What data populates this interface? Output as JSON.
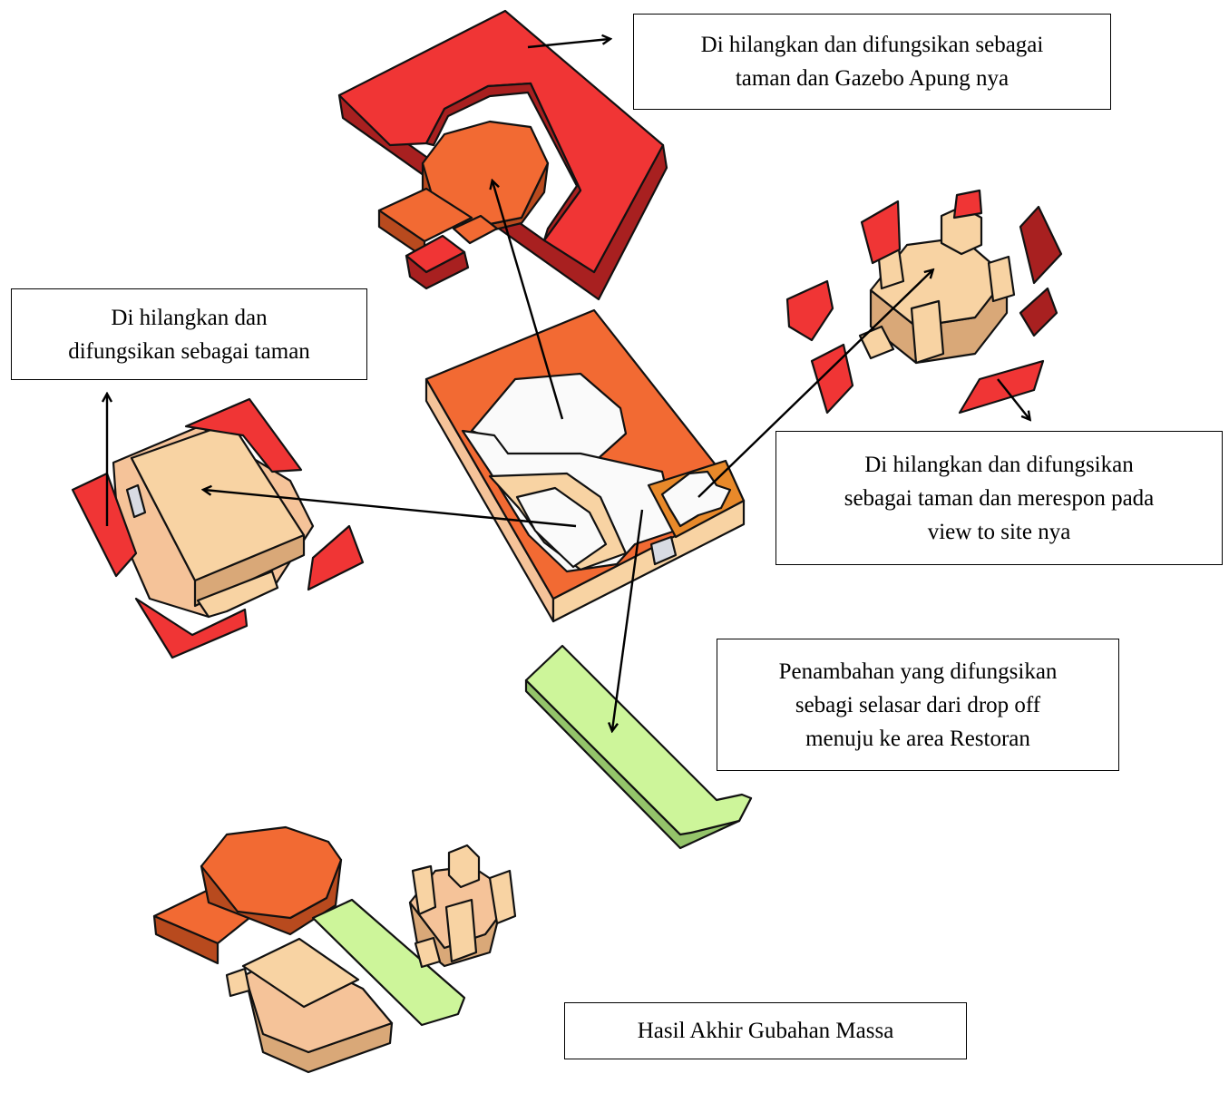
{
  "callouts": {
    "gazebo": "Di hilangkan dan difungsikan sebagai\ntaman dan Gazebo Apung nya",
    "left": "Di hilangkan dan\ndifungsikan sebagai taman",
    "view": "Di hilangkan dan difungsikan\nsebagai taman dan merespon pada\nview to site nya",
    "selasar": "Penambahan yang difungsikan\nsebagi selasar dari drop off\nmenuju ke area Restoran",
    "result": "Hasil Akhir Gubahan Massa"
  },
  "colors": {
    "red": "#f03535",
    "red_dark": "#a82020",
    "orange": "#f26a33",
    "orange_dark": "#b84a1e",
    "tan": "#f8d3a3",
    "tan_dark": "#d9a878",
    "peach": "#f5c399",
    "green": "#cdf59a",
    "green_dark": "#94c46a",
    "void": "#fafafa",
    "grey": "#d8dbe3",
    "amber": "#e8892a"
  }
}
